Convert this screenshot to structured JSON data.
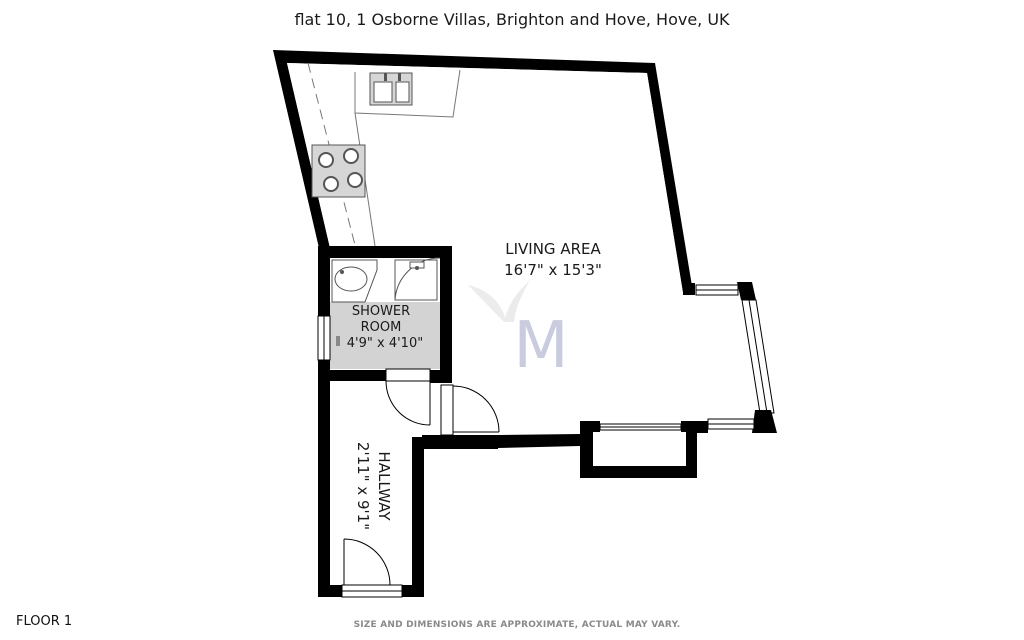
{
  "header": {
    "address": "flat 10, 1 Osborne Villas, Brighton and Hove, Hove, UK"
  },
  "rooms": {
    "living": {
      "name": "LIVING AREA",
      "dims": "16'7\" x 15'3\""
    },
    "shower": {
      "name_line1": "SHOWER",
      "name_line2": "ROOM",
      "dims": "4'9\" x 4'10\""
    },
    "hallway": {
      "name": "HALLWAY",
      "dims": "2'11\" x 9'1\""
    }
  },
  "footer": {
    "floor": "FLOOR 1",
    "disclaimer": "SIZE AND DIMENSIONS ARE APPROXIMATE, ACTUAL MAY VARY."
  },
  "watermark": {
    "letter": "M"
  },
  "colors": {
    "wall": "#000000",
    "shower_floor": "#d3d3d3",
    "watermark": "#9ea4c4"
  }
}
